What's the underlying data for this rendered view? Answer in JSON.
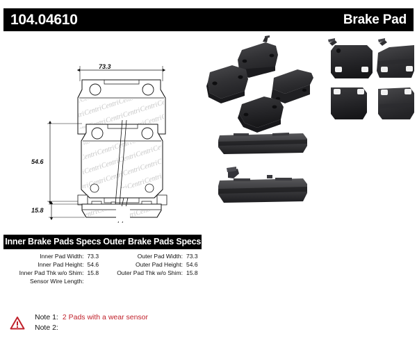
{
  "header": {
    "part_number": "104.04610",
    "product_type": "Brake Pad",
    "background_color": "#000000",
    "text_color": "#ffffff"
  },
  "drawing": {
    "views": [
      {
        "name": "front-view-top",
        "dimension_label": "73.3",
        "dimension_axis": "horizontal"
      },
      {
        "name": "front-view-middle",
        "dimension_label": "54.6",
        "dimension_axis": "vertical"
      },
      {
        "name": "side-view-bottom",
        "dimension_label": "15.8",
        "dimension_axis": "vertical"
      }
    ],
    "watermark_text": "Centric"
  },
  "photo": {
    "group_left_label": "angled-brake-pad-group",
    "group_right_label": "flat-brake-pad-group",
    "edge_views_label": "brake-pad-edge-views",
    "pad_color": "#2b2b2d"
  },
  "specs": {
    "columns": [
      {
        "title": "Inner Brake Pads Specs",
        "rows": [
          {
            "label": "Inner Pad Width:",
            "value": "73.3"
          },
          {
            "label": "Inner Pad Height:",
            "value": "54.6"
          },
          {
            "label": "Inner Pad Thk w/o Shim:",
            "value": "15.8"
          },
          {
            "label": "Sensor Wire Length:",
            "value": ""
          }
        ]
      },
      {
        "title": "Outer Brake Pads Specs",
        "rows": [
          {
            "label": "Outer Pad Width:",
            "value": "73.3"
          },
          {
            "label": "Outer Pad Height:",
            "value": "54.6"
          },
          {
            "label": "Outer Pad Thk w/o Shim:",
            "value": "15.8"
          },
          {
            "label": "",
            "value": ""
          }
        ]
      }
    ]
  },
  "notes": {
    "icon": "warning-triangle-icon",
    "icon_color": "#c0212b",
    "items": [
      {
        "label": "Note 1:",
        "text": "2 Pads with a wear sensor",
        "color": "#c0212b"
      },
      {
        "label": "Note 2:",
        "text": "",
        "color": "#111111"
      }
    ]
  }
}
